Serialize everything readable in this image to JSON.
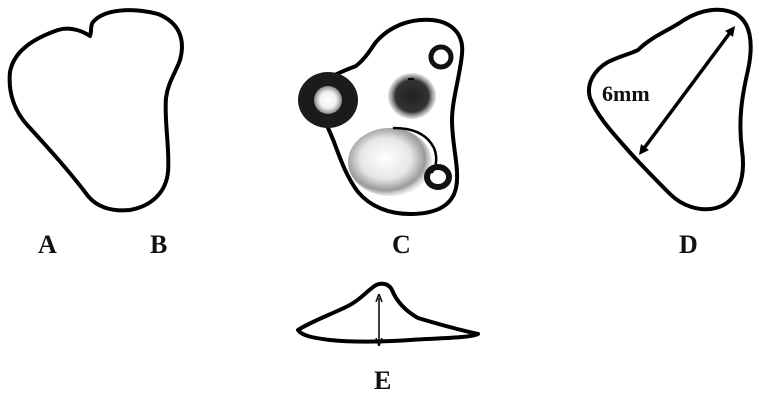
{
  "figure": {
    "labels": {
      "a": "A",
      "b": "B",
      "c": "C",
      "d": "D",
      "e": "E"
    },
    "measurement": "6mm"
  }
}
